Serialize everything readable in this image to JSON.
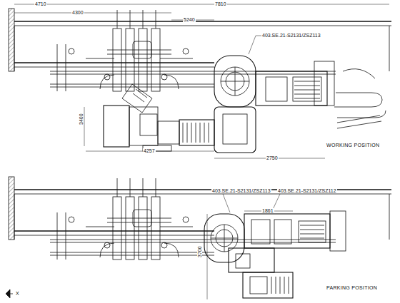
{
  "diagram": {
    "labels": [
      "4710",
      "4300",
      "7810",
      "5240",
      "403.SE.21-S2131/ZSZ113",
      "3400",
      "4257",
      "2750",
      "WORKING POSITION",
      "403.SE.21-S2131/ZSZ113",
      "403.SE.21-S2131/ZSZ112",
      "1861",
      "3700",
      "PARKING POSITION",
      "X"
    ]
  }
}
